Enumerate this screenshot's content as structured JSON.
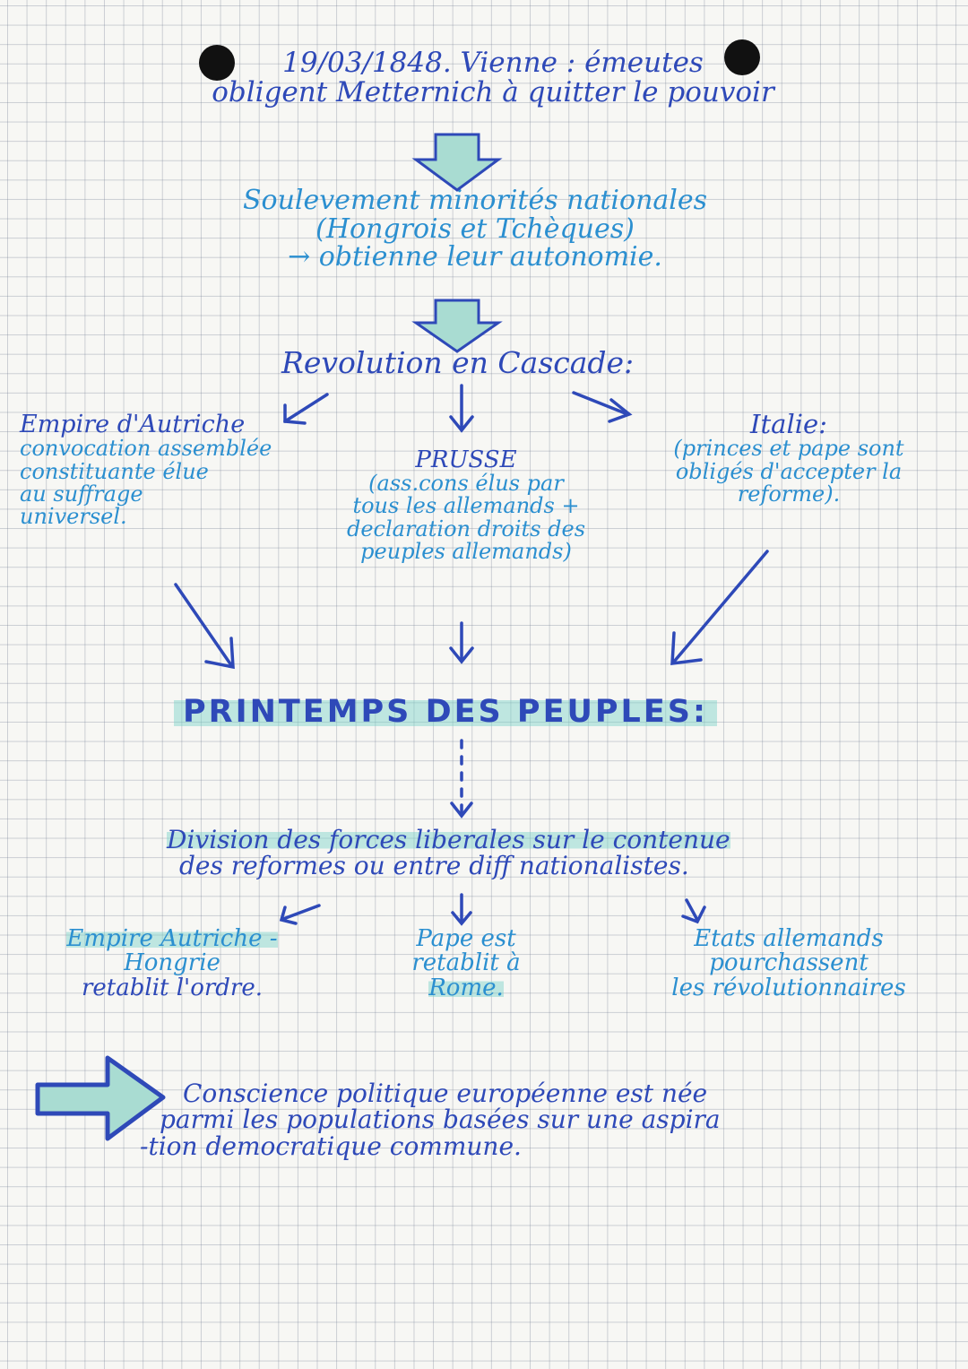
{
  "header": {
    "line1": "19/03/1848. Vienne : émeutes",
    "line2": "obligent Metternich à quitter le pouvoir"
  },
  "uprising": {
    "line1": "Soulevement minorités nationales",
    "line2": "(Hongrois et Tchèques)",
    "line3": "→ obtienne leur autonomie."
  },
  "cascade": {
    "heading": "Revolution en Cascade:",
    "austria": {
      "title": "Empire d'Autriche",
      "line1": "convocation assemblée",
      "line2": "constituante élue",
      "line3": "au suffrage",
      "line4": "universel."
    },
    "prussia": {
      "title": "PRUSSE",
      "line1": "(ass.cons élus par",
      "line2": "tous les allemands +",
      "line3": "declaration droits des",
      "line4": "peuples allemands)"
    },
    "italy": {
      "title": "Italie:",
      "line1": "(princes et pape sont",
      "line2": "obligés d'accepter la",
      "line3": "reforme)."
    }
  },
  "springtime": {
    "title": "PRINTEMPS DES PEUPLES:"
  },
  "division": {
    "line1": "Division des forces liberales sur le contenue",
    "line2": "des reformes ou entre diff nationalistes."
  },
  "outcomes": {
    "austria": {
      "line1": "Empire Autriche -",
      "line2": "Hongrie",
      "line3": "retablit l'ordre."
    },
    "pope": {
      "line1": "Pape est",
      "line2": "retablit à",
      "line3": "Rome."
    },
    "german": {
      "line1": "Etats allemands",
      "line2": "pourchassent",
      "line3": "les révolutionnaires"
    }
  },
  "conclusion": {
    "line1": "Conscience politique européenne est née",
    "line2": "parmi les populations basées sur une aspira",
    "line3": "-tion democratique commune."
  },
  "colors": {
    "ink_dark": "#2e49b8",
    "ink_teal": "#2b8fd0",
    "highlighter": "#78d2c8",
    "paper": "#f7f7f4"
  }
}
